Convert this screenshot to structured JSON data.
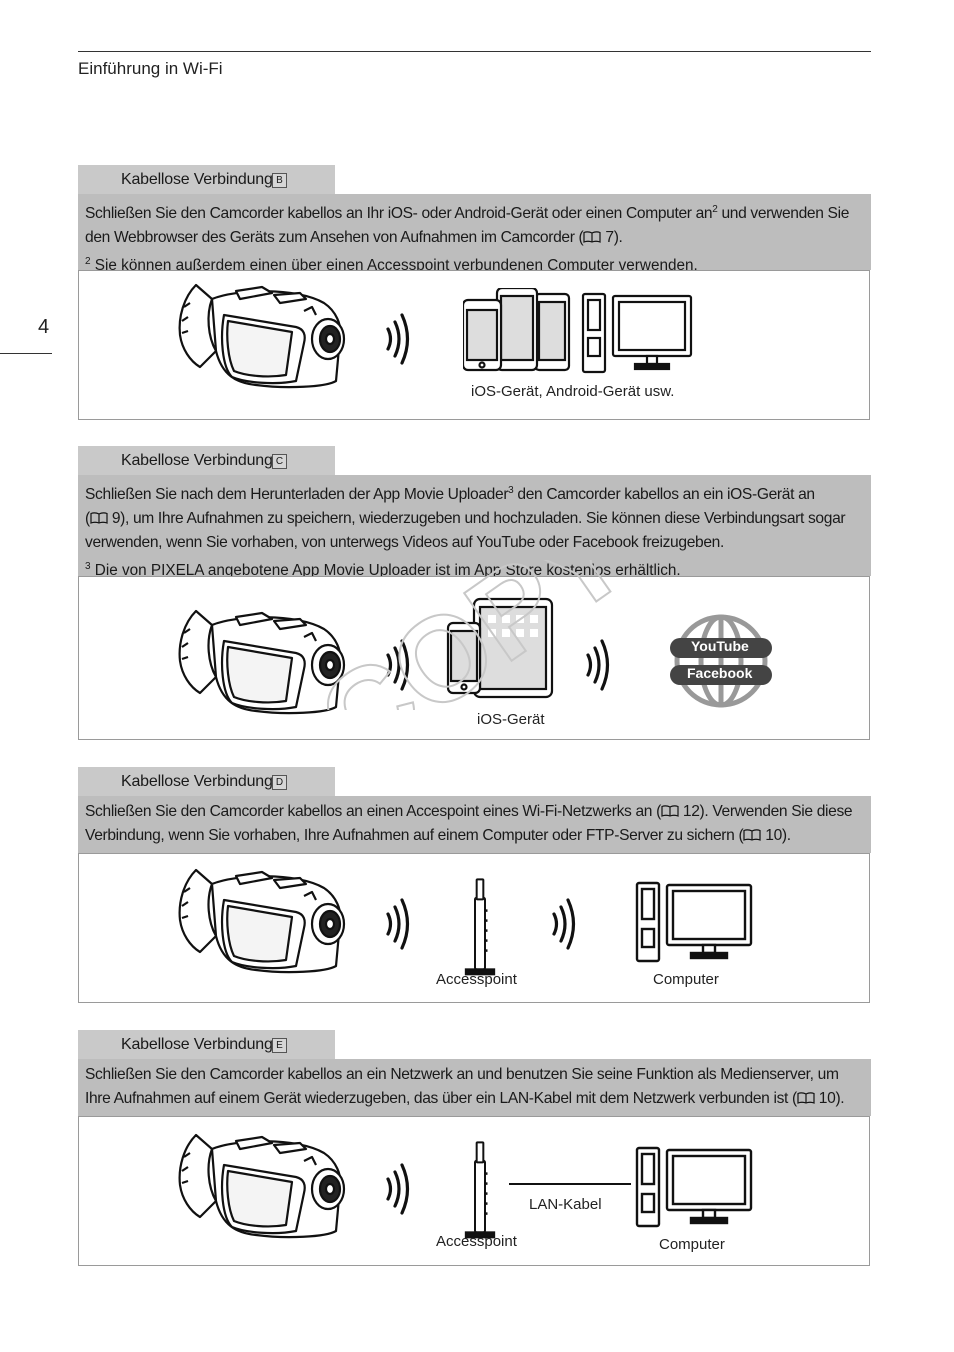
{
  "header": {
    "title": "Einführung in Wi-Fi",
    "page_number": "4"
  },
  "sections": [
    {
      "tab_label": "Kabellose Verbindung",
      "tab_letter": "B",
      "line1": "Schließen Sie den Camcorder kabellos an Ihr iOS- oder Android-Gerät oder einen Computer an",
      "sup": "2",
      "line1b": " und verwenden Sie",
      "line2": "den Webbrowser des Geräts zum Ansehen von Aufnahmen im Camcorder (",
      "line2_ref": " 7).",
      "note_num": "2",
      "note": " Sie können außerdem einen über einen Accesspoint verbundenen Computer verwenden.",
      "caption": "iOS-Gerät, Android-Gerät usw."
    },
    {
      "tab_label": "Kabellose Verbindung",
      "tab_letter": "C",
      "line1": "Schließen Sie nach dem Herunterladen der App Movie Uploader",
      "sup": "3",
      "line1b": " den Camcorder kabellos an ein iOS-Gerät an",
      "line2_ref": " 9), um Ihre Aufnahmen zu speichern, wiederzugeben und hochzuladen. Sie können diese Verbindungsart sogar",
      "line3": "verwenden, wenn Sie vorhaben, von unterwegs Videos auf YouTube oder Facebook freizugeben.",
      "note_num": "3",
      "note": " Die von PIXELA angebotene App Movie Uploader ist im App Store kostenlos erhältlich.",
      "caption": "iOS-Gerät",
      "youtube": "YouTube",
      "facebook": "Facebook"
    },
    {
      "tab_label": "Kabellose Verbindung",
      "tab_letter": "D",
      "line1": "Schließen Sie den Camcorder kabellos an einen Accespoint eines Wi-Fi-Netzwerks an (",
      "line1_ref": " 12). Verwenden Sie diese",
      "line2": "Verbindung, wenn Sie vorhaben, Ihre Aufnahmen auf einem Computer oder FTP-Server zu sichern (",
      "line2_ref": " 10).",
      "caption_ap": "Accesspoint",
      "caption_pc": "Computer"
    },
    {
      "tab_label": "Kabellose Verbindung",
      "tab_letter": "E",
      "line1": "Schließen Sie den Camcorder kabellos an ein Netzwerk an und benutzen Sie seine Funktion als Medienserver, um",
      "line2": "Ihre Aufnahmen auf einem Gerät wiederzugeben, das über ein LAN-Kabel mit dem Netzwerk verbunden ist (",
      "line2_ref": " 10).",
      "caption_ap": "Accesspoint",
      "caption_lan": "LAN-Kabel",
      "caption_pc": "Computer"
    }
  ],
  "watermark": "COPY"
}
